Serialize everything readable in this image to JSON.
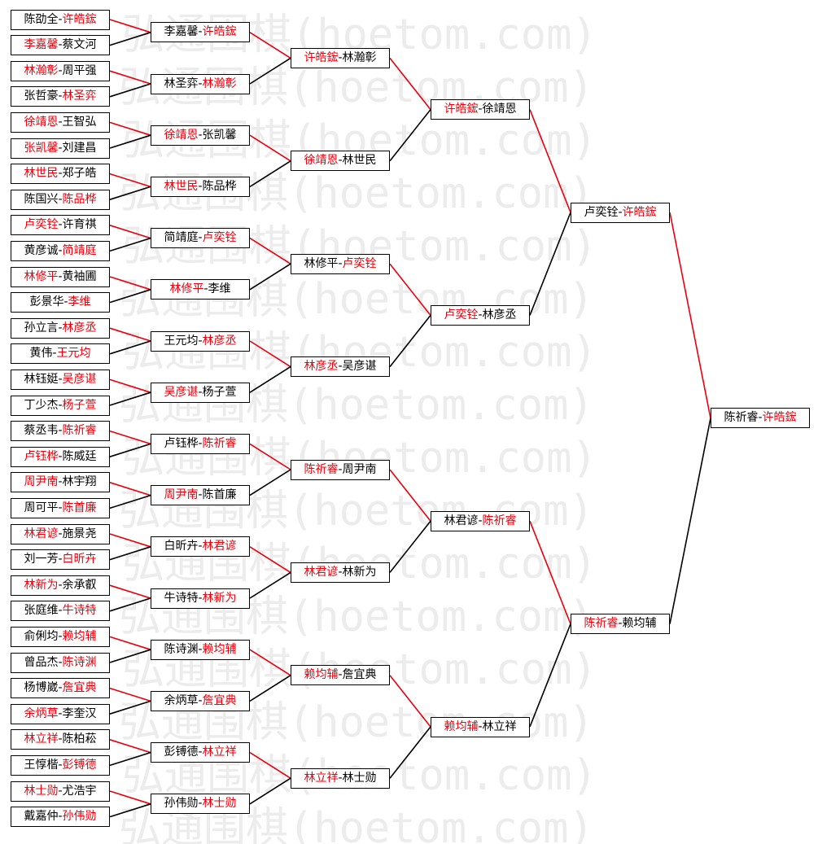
{
  "watermark": "弘通围棋(hoetom.com)",
  "colors": {
    "winner": "#e8000d",
    "loser": "#000000",
    "line_winner": "#e8000d",
    "line_loser": "#000000",
    "watermark": "#ececec"
  },
  "rounds": [
    {
      "name": "round-1",
      "matches": [
        {
          "p1": "陈劭全",
          "p2": "许皓鋐",
          "winner": 2
        },
        {
          "p1": "李嘉馨",
          "p2": "蔡文河",
          "winner": 1
        },
        {
          "p1": "林瀚彰",
          "p2": "周平强",
          "winner": 1
        },
        {
          "p1": "张哲豪",
          "p2": "林圣弈",
          "winner": 2
        },
        {
          "p1": "徐靖恩",
          "p2": "王智弘",
          "winner": 1
        },
        {
          "p1": "张凯馨",
          "p2": "刘建昌",
          "winner": 1
        },
        {
          "p1": "林世民",
          "p2": "郑子皓",
          "winner": 1
        },
        {
          "p1": "陈国兴",
          "p2": "陈品桦",
          "winner": 2
        },
        {
          "p1": "卢奕铨",
          "p2": "许育祺",
          "winner": 1
        },
        {
          "p1": "黄彦诚",
          "p2": "简靖庭",
          "winner": 2
        },
        {
          "p1": "林修平",
          "p2": "黄袖圃",
          "winner": 1
        },
        {
          "p1": "彭景华",
          "p2": "李维",
          "winner": 2
        },
        {
          "p1": "孙立言",
          "p2": "林彦丞",
          "winner": 2
        },
        {
          "p1": "黄伟",
          "p2": "王元均",
          "winner": 2
        },
        {
          "p1": "林钰娗",
          "p2": "吴彦谌",
          "winner": 2
        },
        {
          "p1": "丁少杰",
          "p2": "杨子萱",
          "winner": 2
        },
        {
          "p1": "蔡丞韦",
          "p2": "陈祈睿",
          "winner": 2
        },
        {
          "p1": "卢钰桦",
          "p2": "陈威廷",
          "winner": 1
        },
        {
          "p1": "周尹南",
          "p2": "林宇翔",
          "winner": 1
        },
        {
          "p1": "周可平",
          "p2": "陈首廉",
          "winner": 2
        },
        {
          "p1": "林君谚",
          "p2": "施景尧",
          "winner": 1
        },
        {
          "p1": "刘一芳",
          "p2": "白昕卉",
          "winner": 2
        },
        {
          "p1": "林新为",
          "p2": "余承叡",
          "winner": 1
        },
        {
          "p1": "张庭维",
          "p2": "牛诗特",
          "winner": 2
        },
        {
          "p1": "俞俐均",
          "p2": "赖均辅",
          "winner": 2
        },
        {
          "p1": "曾品杰",
          "p2": "陈诗渊",
          "winner": 2
        },
        {
          "p1": "杨博崴",
          "p2": "詹宜典",
          "winner": 2
        },
        {
          "p1": "余炳草",
          "p2": "李奎汉",
          "winner": 1
        },
        {
          "p1": "林立祥",
          "p2": "陈柏菘",
          "winner": 1
        },
        {
          "p1": "王惇楷",
          "p2": "彭镈德",
          "winner": 2
        },
        {
          "p1": "林士勋",
          "p2": "尤浩宇",
          "winner": 1
        },
        {
          "p1": "戴嘉仲",
          "p2": "孙伟勋",
          "winner": 2
        }
      ]
    },
    {
      "name": "round-2",
      "matches": [
        {
          "p1": "李嘉馨",
          "p2": "许皓鋐",
          "winner": 2
        },
        {
          "p1": "林圣弈",
          "p2": "林瀚彰",
          "winner": 2
        },
        {
          "p1": "徐靖恩",
          "p2": "张凯馨",
          "winner": 1
        },
        {
          "p1": "林世民",
          "p2": "陈品桦",
          "winner": 1
        },
        {
          "p1": "简靖庭",
          "p2": "卢奕铨",
          "winner": 2
        },
        {
          "p1": "林修平",
          "p2": "李维",
          "winner": 1
        },
        {
          "p1": "王元均",
          "p2": "林彦丞",
          "winner": 2
        },
        {
          "p1": "吴彦谌",
          "p2": "杨子萱",
          "winner": 1
        },
        {
          "p1": "卢钰桦",
          "p2": "陈祈睿",
          "winner": 2
        },
        {
          "p1": "周尹南",
          "p2": "陈首廉",
          "winner": 1
        },
        {
          "p1": "白昕卉",
          "p2": "林君谚",
          "winner": 2
        },
        {
          "p1": "牛诗特",
          "p2": "林新为",
          "winner": 2
        },
        {
          "p1": "陈诗渊",
          "p2": "赖均辅",
          "winner": 2
        },
        {
          "p1": "余炳草",
          "p2": "詹宜典",
          "winner": 2
        },
        {
          "p1": "彭镈德",
          "p2": "林立祥",
          "winner": 2
        },
        {
          "p1": "孙伟勋",
          "p2": "林士勋",
          "winner": 2
        }
      ]
    },
    {
      "name": "round-3",
      "matches": [
        {
          "p1": "许皓鋐",
          "p2": "林瀚彰",
          "winner": 1
        },
        {
          "p1": "徐靖恩",
          "p2": "林世民",
          "winner": 1
        },
        {
          "p1": "林修平",
          "p2": "卢奕铨",
          "winner": 2
        },
        {
          "p1": "林彦丞",
          "p2": "吴彦谌",
          "winner": 1
        },
        {
          "p1": "陈祈睿",
          "p2": "周尹南",
          "winner": 1
        },
        {
          "p1": "林君谚",
          "p2": "林新为",
          "winner": 1
        },
        {
          "p1": "赖均辅",
          "p2": "詹宜典",
          "winner": 1
        },
        {
          "p1": "林立祥",
          "p2": "林士勋",
          "winner": 1
        }
      ]
    },
    {
      "name": "round-4",
      "matches": [
        {
          "p1": "许皓鋐",
          "p2": "徐靖恩",
          "winner": 1
        },
        {
          "p1": "卢奕铨",
          "p2": "林彦丞",
          "winner": 1
        },
        {
          "p1": "林君谚",
          "p2": "陈祈睿",
          "winner": 2
        },
        {
          "p1": "赖均辅",
          "p2": "林立祥",
          "winner": 1
        }
      ]
    },
    {
      "name": "round-5",
      "matches": [
        {
          "p1": "卢奕铨",
          "p2": "许皓鋐",
          "winner": 2
        },
        {
          "p1": "陈祈睿",
          "p2": "赖均辅",
          "winner": 1
        }
      ]
    },
    {
      "name": "final",
      "matches": [
        {
          "p1": "陈祈睿",
          "p2": "许皓鋐",
          "winner": 2
        }
      ]
    }
  ]
}
